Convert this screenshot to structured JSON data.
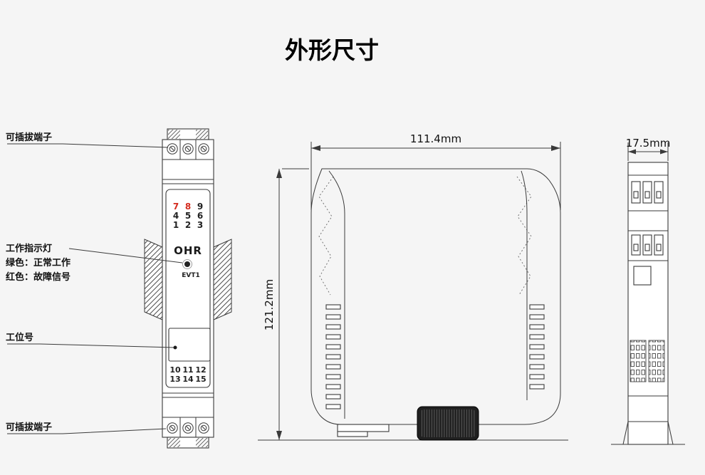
{
  "title": "外形尺寸",
  "annotations": {
    "top_terminal_label": "可插拔端子",
    "indicator_title": "工作指示灯",
    "indicator_green": "绿色：正常工作",
    "indicator_red": "红色：故障信号",
    "station_label": "工位号",
    "bottom_terminal_label": "可插拔端子"
  },
  "front_view": {
    "brand": "OHR",
    "led_label": "EVT1",
    "top_terminals": [
      "7",
      "8",
      "9",
      "4",
      "5",
      "6",
      "1",
      "2",
      "3"
    ],
    "bottom_terminals": [
      "10",
      "11",
      "12",
      "13",
      "14",
      "15"
    ]
  },
  "dimensions": {
    "width": "111.4mm",
    "height": "121.2mm",
    "depth": "17.5mm"
  },
  "colors": {
    "background": "#f5f5f5",
    "line": "#3a3a3a",
    "accent_red": "#d42b1e",
    "text": "#111111"
  }
}
